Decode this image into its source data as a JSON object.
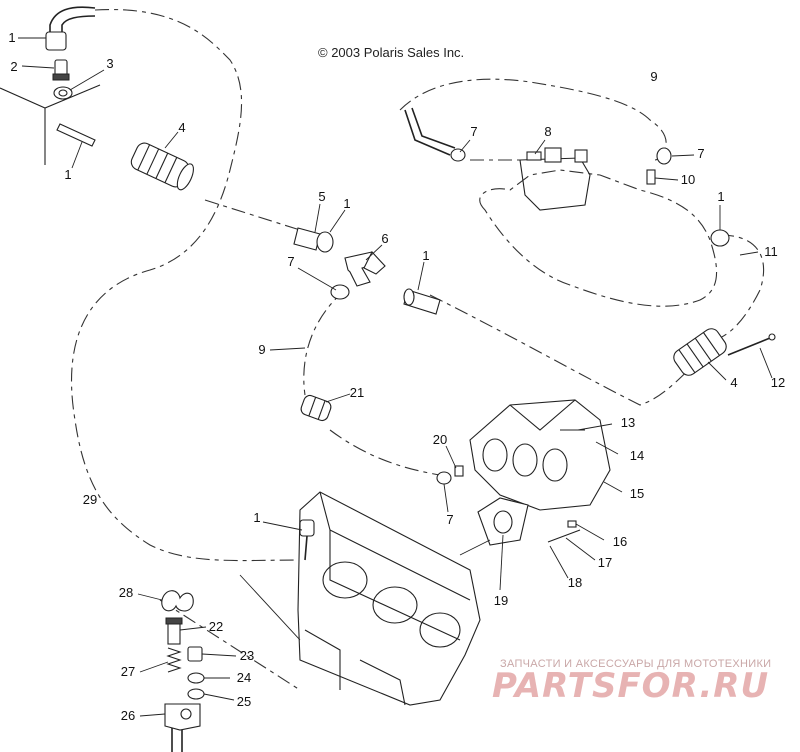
{
  "copyright": "© 2003 Polaris Sales Inc.",
  "watermark": {
    "tagline": "ЗАПЧАСТИ И АКСЕССУАРЫ ДЛЯ МОТОТЕХНИКИ",
    "logo": "PARTSFOR.RU"
  },
  "callouts": [
    "1",
    "2",
    "3",
    "1",
    "4",
    "5",
    "1",
    "6",
    "7",
    "1",
    "9",
    "21",
    "20",
    "7",
    "29",
    "1",
    "28",
    "22",
    "23",
    "27",
    "24",
    "25",
    "26",
    "13",
    "14",
    "15",
    "16",
    "17",
    "18",
    "19",
    "9",
    "7",
    "8",
    "7",
    "10",
    "1",
    "11",
    "4",
    "12"
  ]
}
